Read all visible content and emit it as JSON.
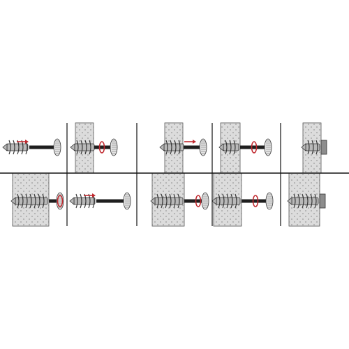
{
  "diagram": {
    "title": "",
    "colors": {
      "background": "#ffffff",
      "grid_line": "#111111",
      "wall_fill": "#dcdcdc",
      "wall_dots": "#9a9a9a",
      "anchor_metal": "#b9b9b9",
      "anchor_outline": "#333333",
      "screw_body": "#1e1e1e",
      "arrow_red": "#c0282e",
      "bracket_fill": "#8d8d8d"
    },
    "rows": [
      {
        "id": "top",
        "steps": [
          {
            "id": "t1",
            "action": "screw-anchor-onto-setting-tool",
            "wall": false,
            "arrow": "right",
            "screw_in_wall": false
          },
          {
            "id": "t2",
            "action": "drive-anchor-into-wall",
            "wall": true,
            "arrow": "rotate",
            "screw_in_wall": false
          },
          {
            "id": "t3",
            "action": "remove-setting-tool",
            "wall": true,
            "arrow": "right",
            "screw_in_wall": false
          },
          {
            "id": "t4",
            "action": "fasten-fixture-with-screw",
            "wall": true,
            "arrow": "rotate",
            "screw_in_wall": true
          },
          {
            "id": "t5",
            "action": "installed-anchor",
            "wall": true,
            "arrow": "none",
            "screw_in_wall": true
          }
        ]
      },
      {
        "id": "bottom",
        "steps": [
          {
            "id": "b1",
            "action": "pre-drill-wall",
            "wall": true,
            "arrow": "rotate",
            "screw_in_wall": true
          },
          {
            "id": "b2",
            "action": "mount-anchor-on-tool",
            "wall": false,
            "arrow": "right",
            "screw_in_wall": false
          },
          {
            "id": "b3",
            "action": "insert-anchor",
            "wall": true,
            "arrow": "rotate",
            "screw_in_wall": true
          },
          {
            "id": "b4",
            "action": "attach-fixture",
            "wall": true,
            "arrow": "rotate",
            "screw_in_wall": true
          },
          {
            "id": "b5",
            "action": "installed-anchor",
            "wall": true,
            "arrow": "none",
            "screw_in_wall": true
          }
        ]
      }
    ]
  }
}
